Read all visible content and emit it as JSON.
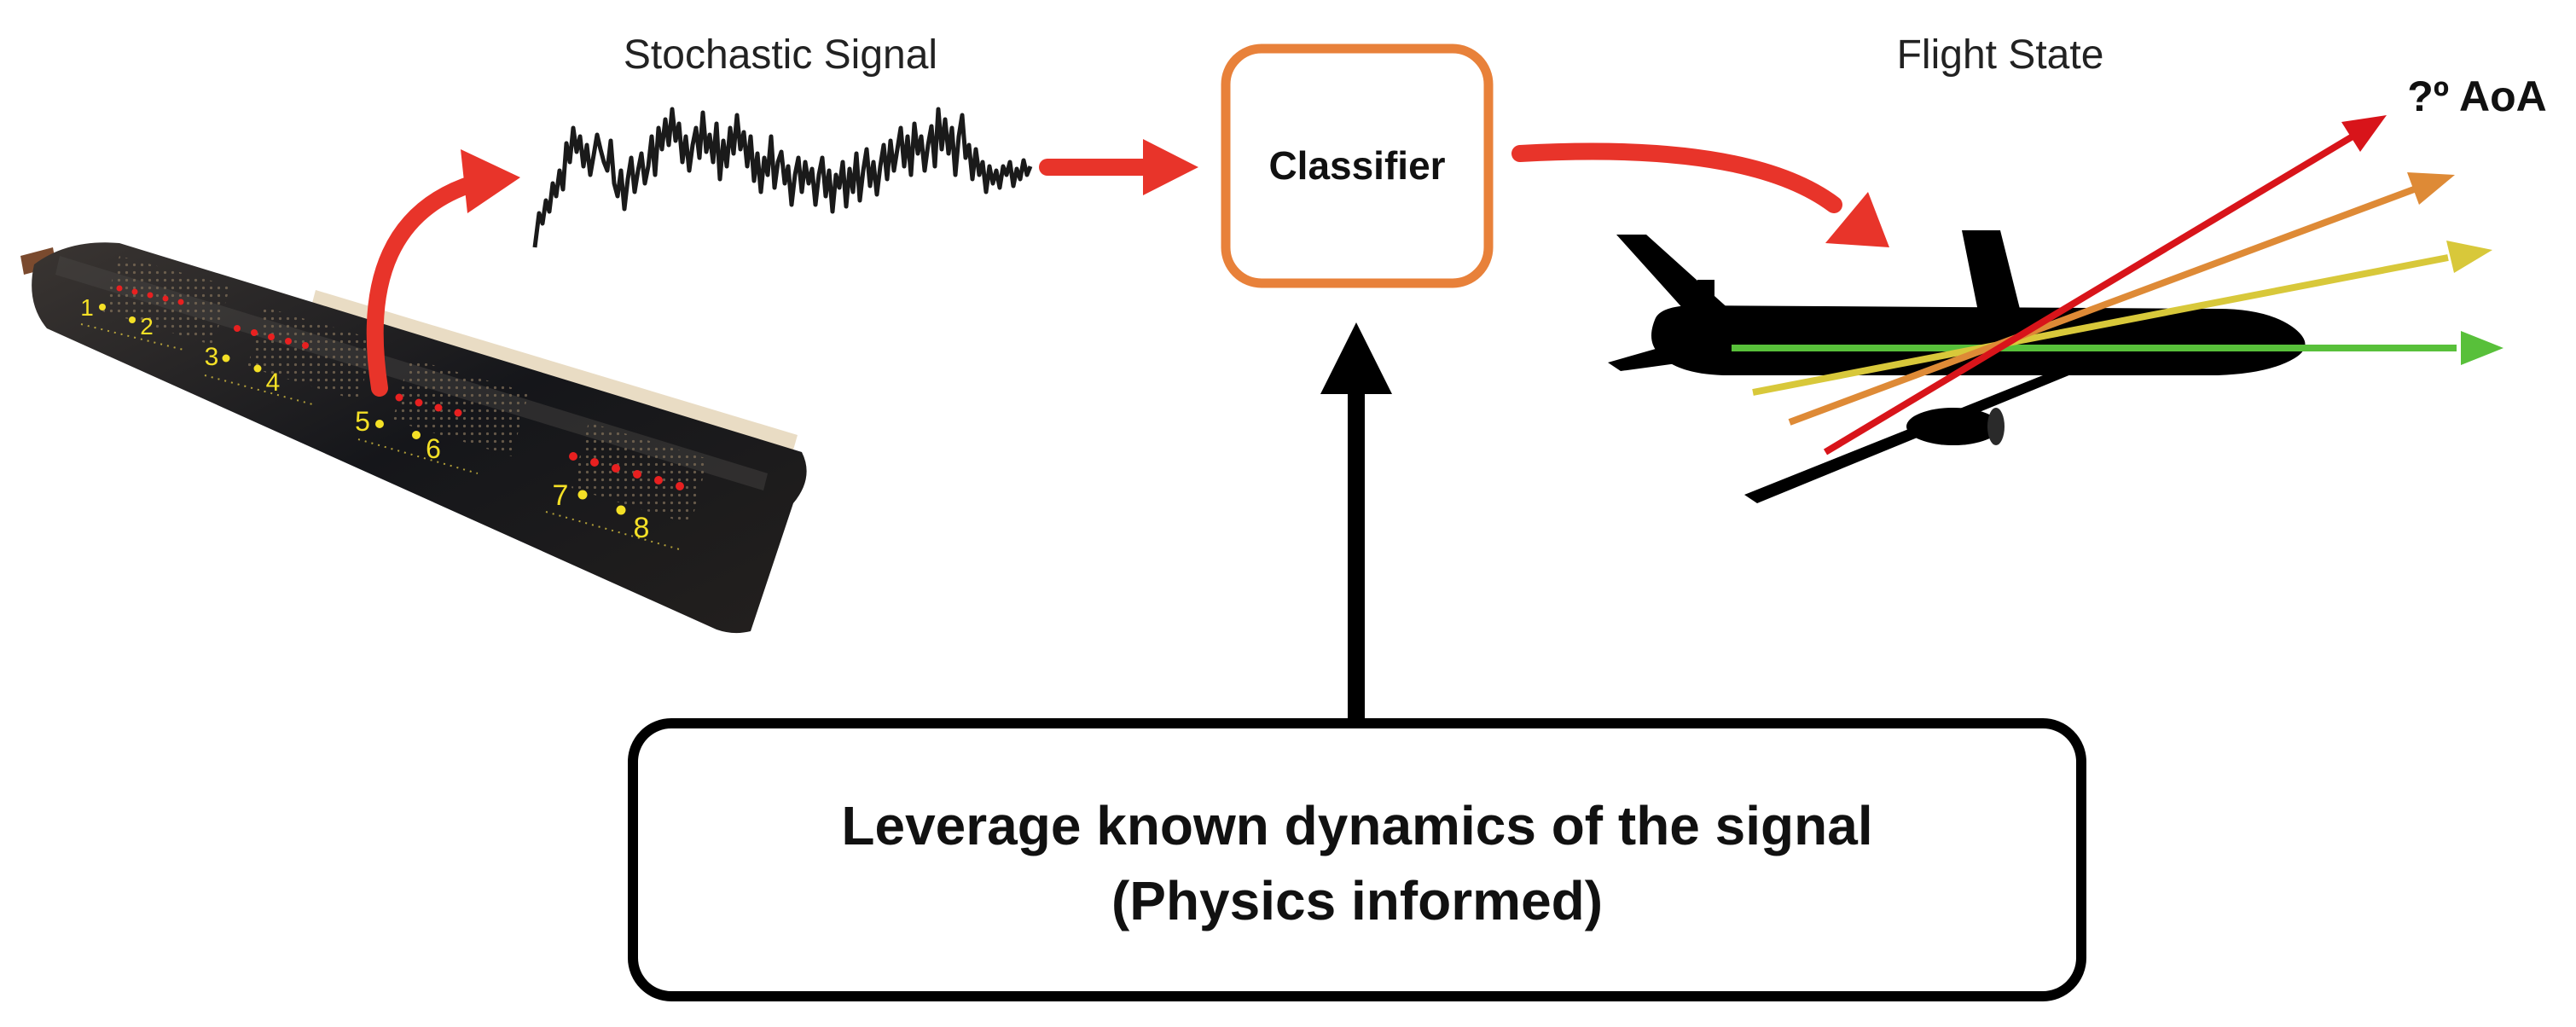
{
  "labels": {
    "stochastic_signal": "Stochastic Signal",
    "flight_state": "Flight State",
    "classifier": "Classifier",
    "aoa": "?º AoA",
    "physics_line1": "Leverage known dynamics of the signal",
    "physics_line2": "(Physics informed)"
  },
  "sensors": [
    "1",
    "2",
    "3",
    "4",
    "5",
    "6",
    "7",
    "8"
  ],
  "icons": {
    "wing": "wing-sensor-icon",
    "airplane": "airplane-silhouette-icon"
  },
  "colors": {
    "arrow_red": "#e8342a",
    "classifier_border": "#e8813a",
    "sensor_label": "#f4e026",
    "sensor_red": "#e82020",
    "aoa_red": "#d8141a",
    "aoa_orange": "#de8a36",
    "aoa_yellow": "#d8c83a",
    "aoa_green": "#58c03a"
  }
}
